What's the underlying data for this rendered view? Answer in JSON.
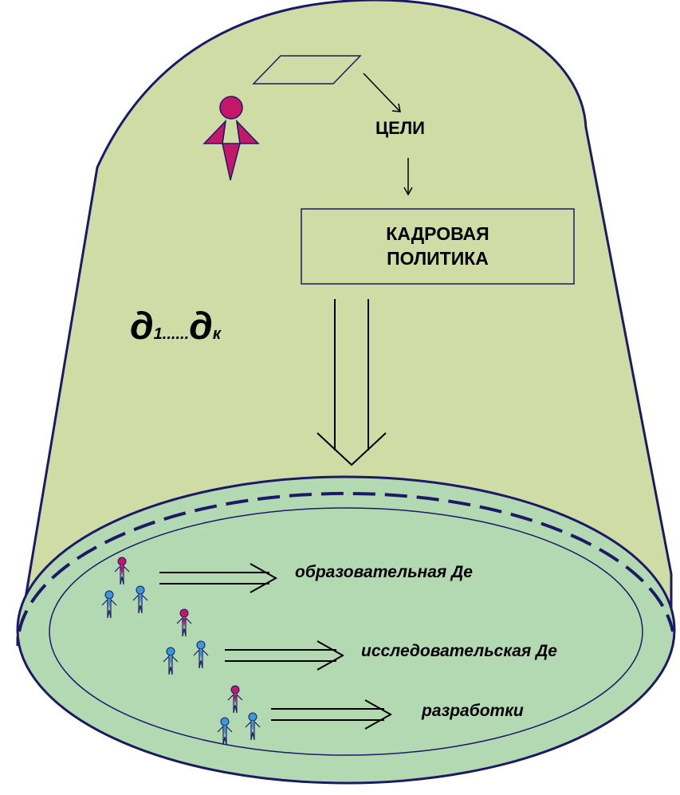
{
  "diagram": {
    "goals_label": "ЦЕЛИ",
    "policy_line1": "КАДРОВАЯ",
    "policy_line2": "ПОЛИТИКА",
    "dept_letter_first": "д",
    "dept_sub_first": "1......",
    "dept_letter_last": "д",
    "dept_sub_last": "к",
    "activities": [
      "образовательная  Де",
      "исследовательская  Де",
      "разработки"
    ]
  },
  "colors": {
    "dome_fill": "#cfdca6",
    "dome_stroke": "#1c1a66",
    "base_fill": "#b2d9b2",
    "person_leader": "#c4176a",
    "person_staff": "#3b9ad6"
  },
  "icons": [
    "parallelogram-icon",
    "leader-person-icon",
    "person-icon"
  ]
}
